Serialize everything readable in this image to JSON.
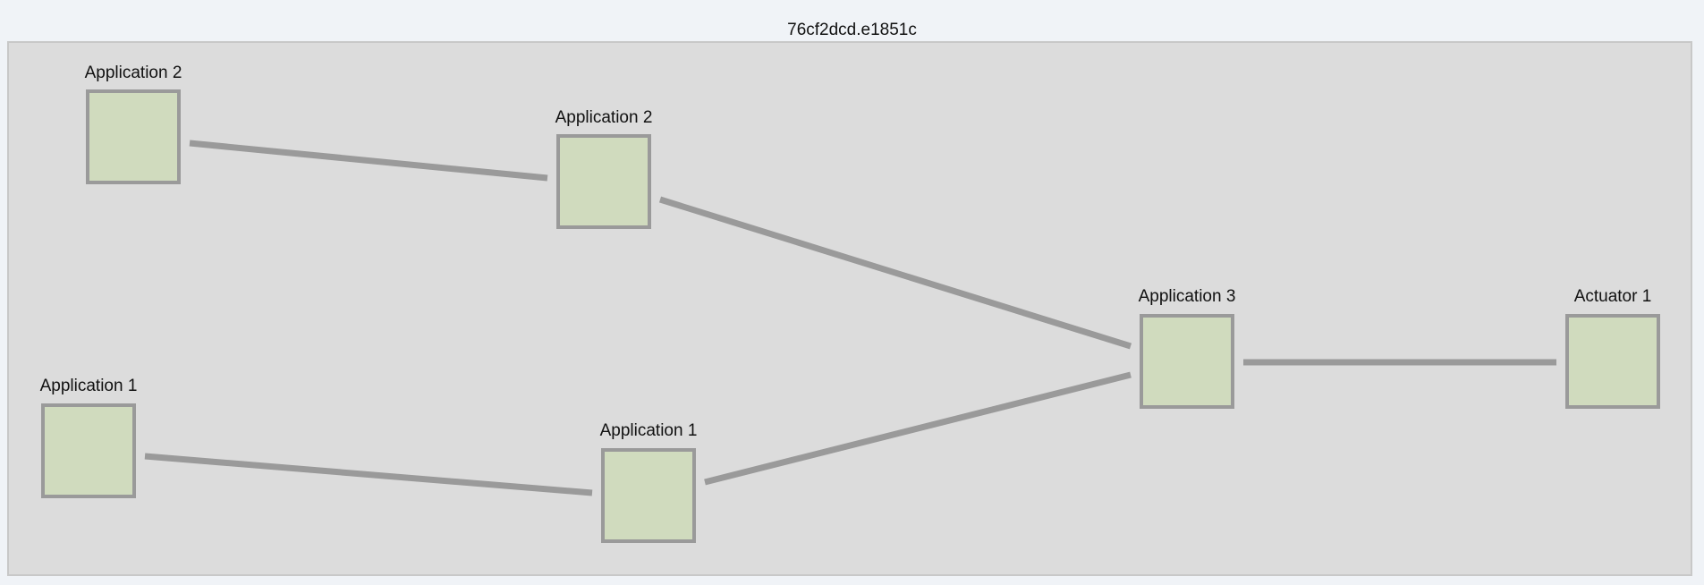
{
  "group": {
    "title": "76cf2dcd.e1851c"
  },
  "nodes": [
    {
      "id": "app2-a",
      "label": "Application 2"
    },
    {
      "id": "app2-b",
      "label": "Application 2"
    },
    {
      "id": "app1-a",
      "label": "Application 1"
    },
    {
      "id": "app1-b",
      "label": "Application 1"
    },
    {
      "id": "app3",
      "label": "Application 3"
    },
    {
      "id": "act1",
      "label": "Actuator 1"
    }
  ],
  "links": [
    {
      "from": "app2-a",
      "to": "app2-b"
    },
    {
      "from": "app2-b",
      "to": "app3"
    },
    {
      "from": "app1-a",
      "to": "app1-b"
    },
    {
      "from": "app1-b",
      "to": "app3"
    },
    {
      "from": "app3",
      "to": "act1"
    }
  ],
  "colors": {
    "background": "#f0f3f7",
    "group_fill": "#dcdcdc",
    "group_border": "#c8c8c8",
    "node_fill": "#d0dbbe",
    "node_border": "#9a9a9a",
    "link": "#9a9a9a"
  }
}
